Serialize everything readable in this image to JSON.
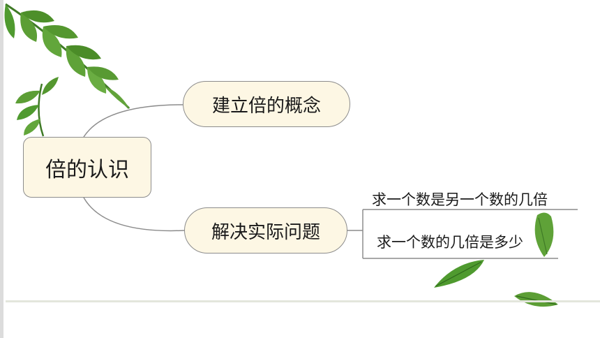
{
  "mindmap": {
    "root": "倍的认识",
    "branches": [
      {
        "label": "建立倍的概念",
        "children": []
      },
      {
        "label": "解决实际问题",
        "children": [
          "求一个数是另一个数的几倍",
          "求一个数的几倍是多少"
        ]
      }
    ]
  },
  "colors": {
    "node_fill": "#fdf7e4",
    "node_border": "#8c8c8c",
    "leaf_green": "#4f9a2f",
    "connector": "#8c8c8c"
  },
  "decorations": [
    "fern-branch-top-left",
    "fern-sprig",
    "falling-leaf",
    "falling-leaf",
    "falling-leaf"
  ]
}
